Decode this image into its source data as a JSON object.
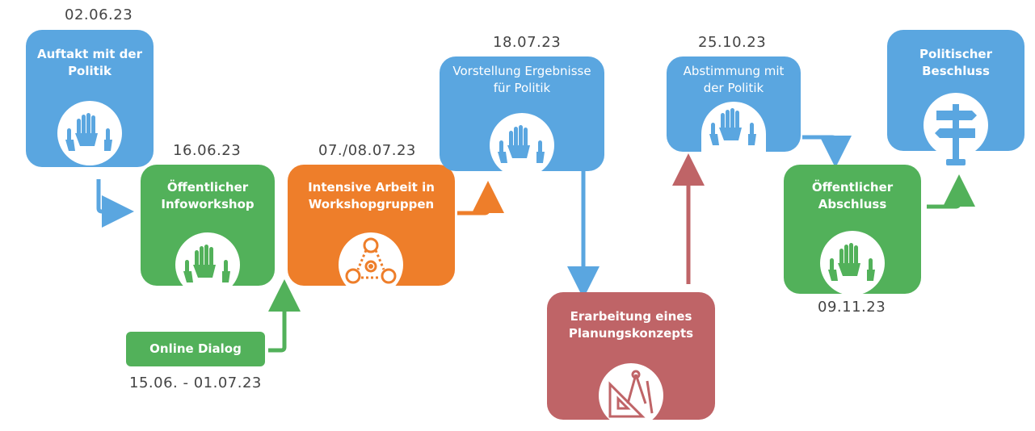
{
  "steps": {
    "auftakt": {
      "label": "Auftakt mit der Politik",
      "date": "02.06.23",
      "icon": "raised-hands-icon"
    },
    "infoworkshop": {
      "label": "Öffentlicher Infoworkshop",
      "date": "16.06.23",
      "icon": "raised-hands-icon"
    },
    "online": {
      "label": "Online Dialog",
      "date": "15.06. - 01.07.23"
    },
    "arbeit": {
      "label": "Intensive Arbeit in Workshopgruppen",
      "date": "07./08.07.23",
      "icon": "group-network-icon"
    },
    "vorstellung": {
      "label": "Vorstellung Ergebnisse für Politik",
      "date": "18.07.23",
      "icon": "raised-hands-icon"
    },
    "planung": {
      "label": "Erarbeitung eines Planungskonzepts",
      "icon": "drafting-tools-icon"
    },
    "abstimmung": {
      "label": "Abstimmung mit der Politik",
      "date": "25.10.23",
      "icon": "raised-hands-icon"
    },
    "abschluss": {
      "label": "Öffentlicher Abschluss",
      "date": "09.11.23",
      "icon": "raised-hands-icon"
    },
    "beschluss": {
      "label": "Politischer Beschluss",
      "icon": "signpost-icon"
    }
  },
  "colors": {
    "blue": "#5aa6e0",
    "green": "#52b15a",
    "orange": "#ee7e2a",
    "red": "#bf6467"
  }
}
